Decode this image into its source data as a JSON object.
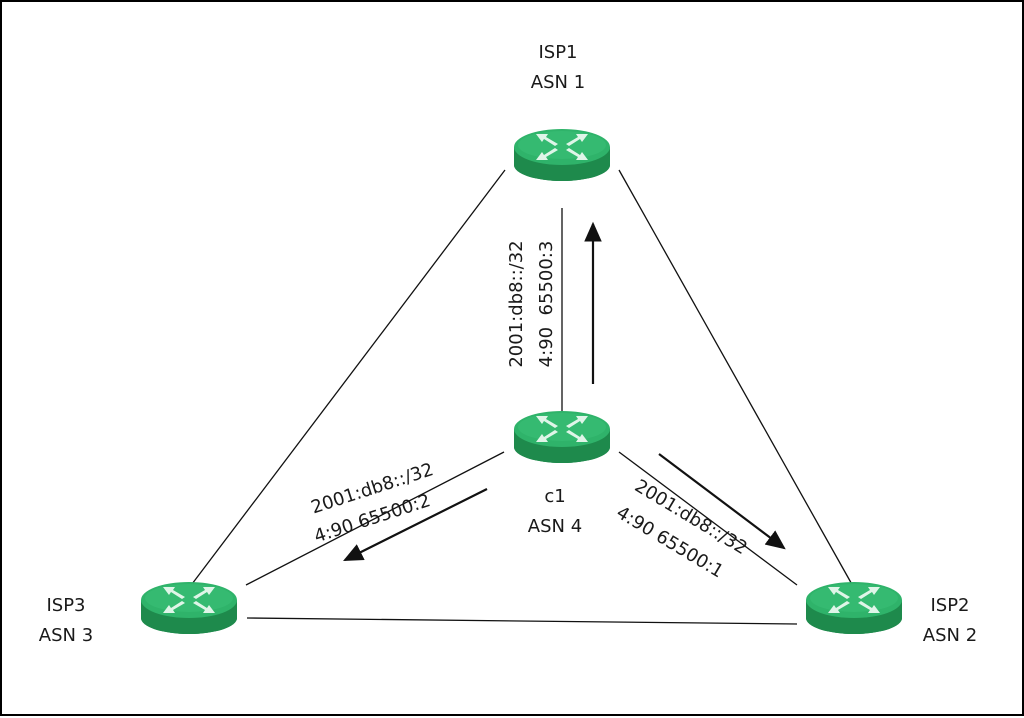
{
  "colors": {
    "router_top": "#2fb36a",
    "router_side": "#1e8a4c",
    "router_arrows": "#dff5e8",
    "line": "#111111",
    "border": "#000000"
  },
  "routers": {
    "isp1": {
      "name": "ISP1",
      "asn": "ASN 1"
    },
    "isp2": {
      "name": "ISP2",
      "asn": "ASN 2"
    },
    "isp3": {
      "name": "ISP3",
      "asn": "ASN 3"
    },
    "c1": {
      "name": "c1",
      "asn": "ASN 4"
    }
  },
  "routes": {
    "to_isp1": {
      "prefix": "2001:db8::/32",
      "community": "4:90  65500:3"
    },
    "to_isp2": {
      "prefix": "2001:db8::/32",
      "community": "4:90 65500:1"
    },
    "to_isp3": {
      "prefix": "2001:db8::/32",
      "community": "4:90 65500:2"
    }
  }
}
